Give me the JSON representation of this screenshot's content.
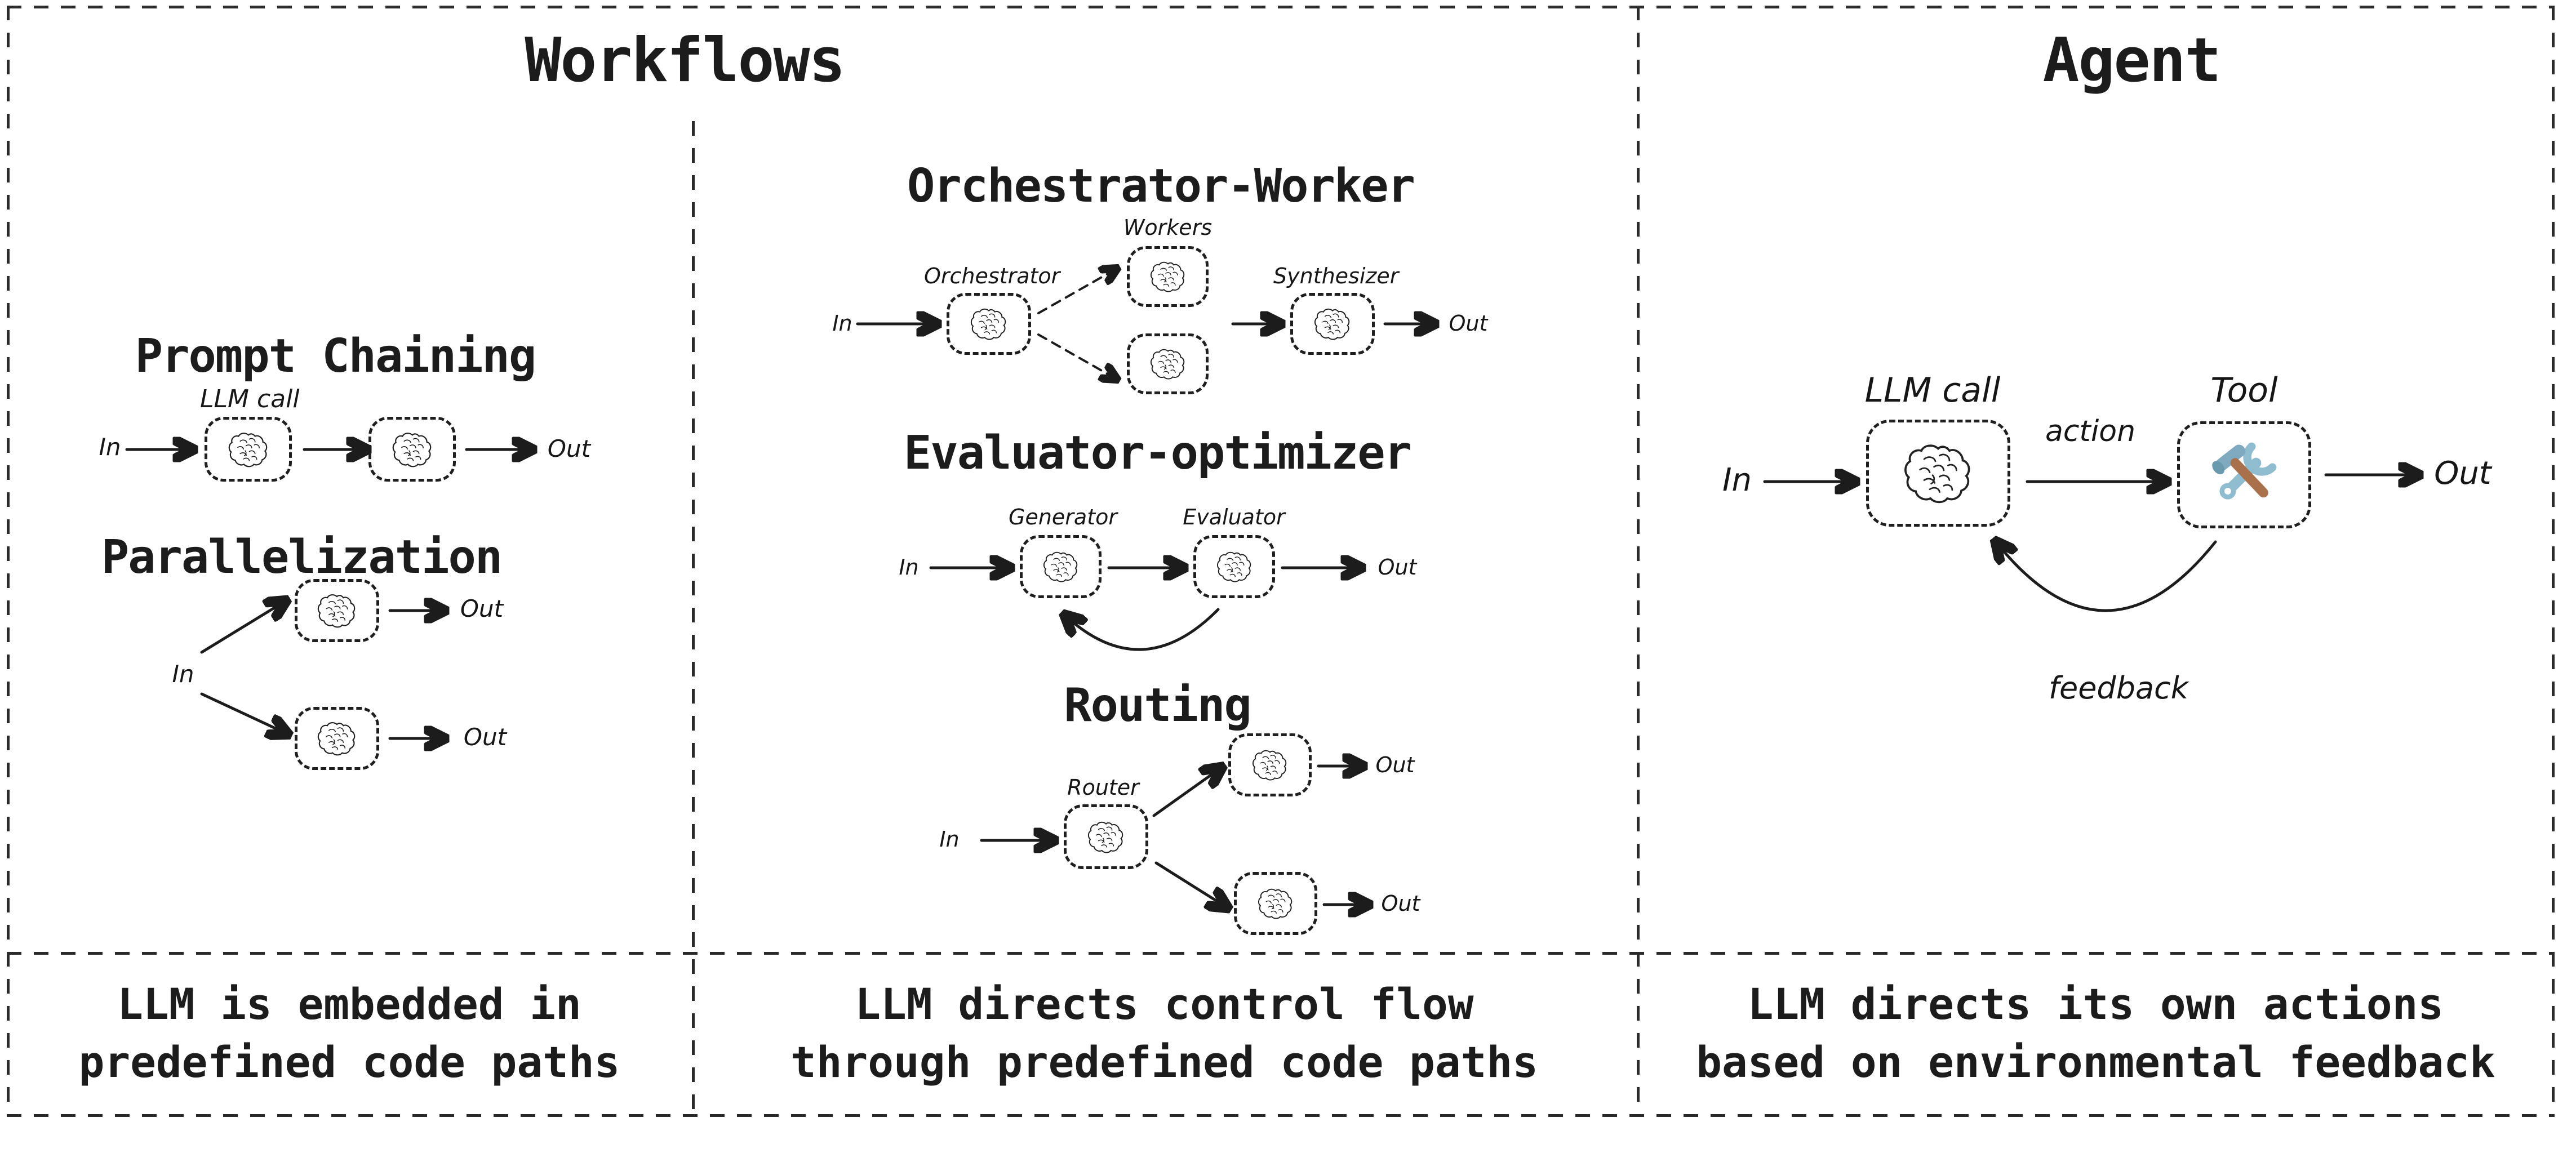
{
  "panels": {
    "workflows": {
      "title": "Workflows",
      "caption_left": [
        "LLM is embedded in",
        "predefined code paths"
      ],
      "caption_middle": [
        "LLM directs control flow",
        "through predefined code paths"
      ],
      "sections": {
        "prompt_chaining": {
          "heading": "Prompt Chaining",
          "llm_call_label": "LLM call"
        },
        "parallelization": {
          "heading": "Parallelization"
        },
        "orchestrator_worker": {
          "heading": "Orchestrator-Worker",
          "orchestrator_label": "Orchestrator",
          "workers_label": "Workers",
          "synthesizer_label": "Synthesizer"
        },
        "evaluator_optimizer": {
          "heading": "Evaluator-optimizer",
          "generator_label": "Generator",
          "evaluator_label": "Evaluator"
        },
        "routing": {
          "heading": "Routing",
          "router_label": "Router"
        }
      }
    },
    "agent": {
      "title": "Agent",
      "caption": [
        "LLM directs its own actions",
        "based on environmental feedback"
      ],
      "llm_call_label": "LLM call",
      "tool_label": "Tool",
      "action_label": "action",
      "feedback_label": "feedback"
    }
  },
  "labels": {
    "in": "In",
    "out": "Out"
  },
  "icons": {
    "brain": "hand-drawn brain sketch",
    "tool": "hammer and wrench"
  },
  "colors": {
    "ink": "#1c1c1c",
    "background": "#ffffff",
    "wrench_blue": "#8fbccf",
    "wrench_blue_dark": "#6999ad",
    "hammer_head_blue": "#7fa9bf",
    "handle_brown": "#a9714b"
  }
}
